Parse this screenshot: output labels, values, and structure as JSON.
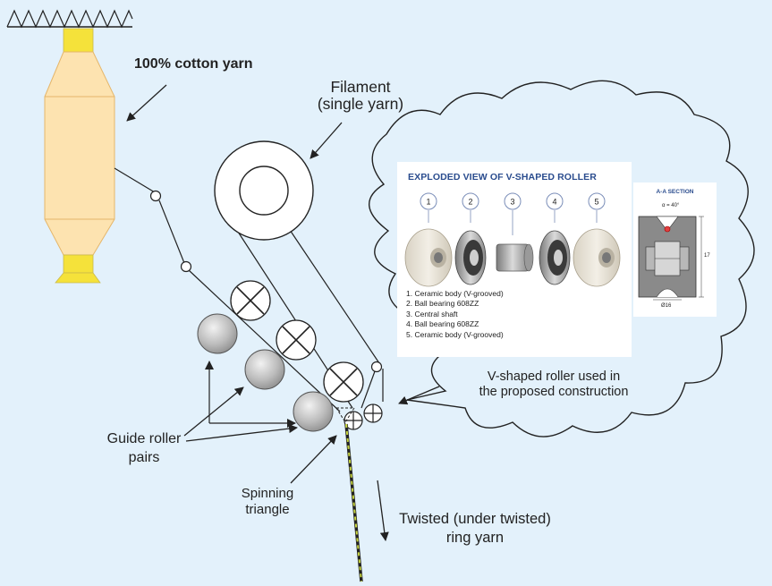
{
  "labels": {
    "cotton_yarn": "100% cotton yarn",
    "filament_line1": "Filament",
    "filament_line2": "(single yarn)",
    "vroller_line1": "V-shaped roller used in",
    "vroller_line2": "the proposed construction",
    "guide_line1": "Guide roller",
    "guide_line2": "pairs",
    "spinning_line1": "Spinning",
    "spinning_line2": "triangle",
    "twisted_line1": "Twisted (under twisted)",
    "twisted_line2": "ring yarn"
  },
  "inset": {
    "title": "EXPLODED VIEW OF V-SHAPED ROLLER",
    "part_numbers": [
      "1",
      "2",
      "3",
      "4",
      "5"
    ],
    "parts": [
      "1.  Ceramic body (V-grooved)",
      "2.  Ball bearing 608ZZ",
      "3.  Central shaft",
      "4.  Ball bearing 608ZZ",
      "5.  Ceramic body (V-grooved)"
    ]
  },
  "section": {
    "title": "A-A SECTION",
    "angle": "α = 40°",
    "height": "17",
    "diameter": "Ø16"
  },
  "colors": {
    "background": "#e3f1fb",
    "bobbin_fill": "#fde3b0",
    "bobbin_end": "#f5e23a",
    "inset_title": "#2a4c8e",
    "yarn_stripe": "#c8d640"
  }
}
